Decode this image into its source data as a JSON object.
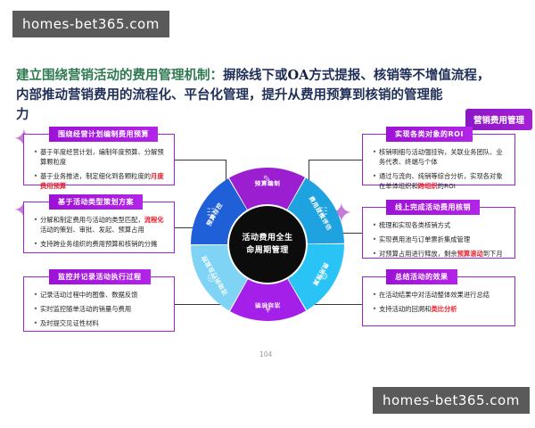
{
  "watermarks": {
    "top": "homes-bet365.com",
    "bottom": "homes-bet365.com"
  },
  "headline": {
    "line1_a": "建立围绕营销活动的费用管理机制：",
    "line1_b": "摒除线下或",
    "line1_oa": "OA",
    "line1_c": "方式提报、核销等不增值流程，",
    "line2": "内部推动营销费用的流程化、平台化管理，提升从费用预算到核销的管理能",
    "line3": "力"
  },
  "pill": {
    "label": "营销费用管理"
  },
  "left_boxes": [
    {
      "header": "围绕经营计划编制费用预算",
      "bullets": [
        {
          "text": "基于年度经营计划，编制年度预算、分解预算颗粒度",
          "highlight": ""
        },
        {
          "text": "基于业务推进，制定细化到各颗粒度的",
          "highlight": "月度费用预算"
        }
      ]
    },
    {
      "header": "基于活动类型策划方案",
      "bullets": [
        {
          "text_pre": "分解和制定费用与活动的类型匹配，",
          "highlight": "流程化",
          "text_post": "活动的策划、审批、发起、预算占用"
        },
        {
          "text": "支持跨业务组织的费用预算和核销的分摊",
          "highlight": ""
        }
      ]
    },
    {
      "header": "监控并记录活动执行过程",
      "bullets": [
        {
          "text": "记录活动过程中的图像、数据反馈",
          "highlight": ""
        },
        {
          "text": "实时监控随单活动的销量与费用",
          "highlight": ""
        },
        {
          "text": "及时提交见证性材料",
          "highlight": ""
        }
      ]
    }
  ],
  "right_boxes": [
    {
      "header": "实现各类对象的ROI",
      "bullets": [
        {
          "text": "核销明细与活动强挂钩，关联业务团队、业务代表、终端与个体",
          "highlight": ""
        },
        {
          "text_pre": "通过与流向、纯销等综合分析，实现各对象在单体组织和",
          "highlight": "跨组织",
          "text_post": "的ROI"
        }
      ]
    },
    {
      "header": "线上完成活动费用核销",
      "bullets": [
        {
          "text": "梳理和实现各类核销方式",
          "highlight": ""
        },
        {
          "text": "实现费用池与订单票折集成管理",
          "highlight": ""
        },
        {
          "text_pre": "对预算占用进行释放，剩余",
          "highlight": "预算滚动",
          "text_post": "到下月"
        }
      ]
    },
    {
      "header": "总结活动的效果",
      "bullets": [
        {
          "text": "在活动结果中对活动整体效果进行总结",
          "highlight": ""
        },
        {
          "text_pre": "支持活动的回溯和",
          "highlight": "类比分析",
          "text_post": ""
        }
      ]
    }
  ],
  "wheel": {
    "center": {
      "line1": "活动费用全生",
      "line2": "命周期管理"
    },
    "segments": [
      {
        "label": "预算编制",
        "color": "#9b1fd0",
        "icon": "✎"
      },
      {
        "label": "费用政策评估",
        "color": "#1fa3e0",
        "icon": "☷"
      },
      {
        "label": "费用预算",
        "color": "#29c3f5",
        "icon": "⚙"
      },
      {
        "label": "活动核销",
        "color": "#a41fe8",
        "icon": "¥"
      },
      {
        "label": "活动执行及监控",
        "color": "#7fd4f5",
        "icon": "◎"
      },
      {
        "label": "预算存控",
        "color": "#1f5fd8",
        "icon": "☷"
      }
    ]
  },
  "page_number": "104",
  "colors": {
    "accent_purple": "#9c27d0",
    "highlight_red": "#e8212d",
    "headline_navy": "#1f2f57",
    "headline_green": "#2f7a52",
    "watermark_bg": "#5a5a5a"
  }
}
